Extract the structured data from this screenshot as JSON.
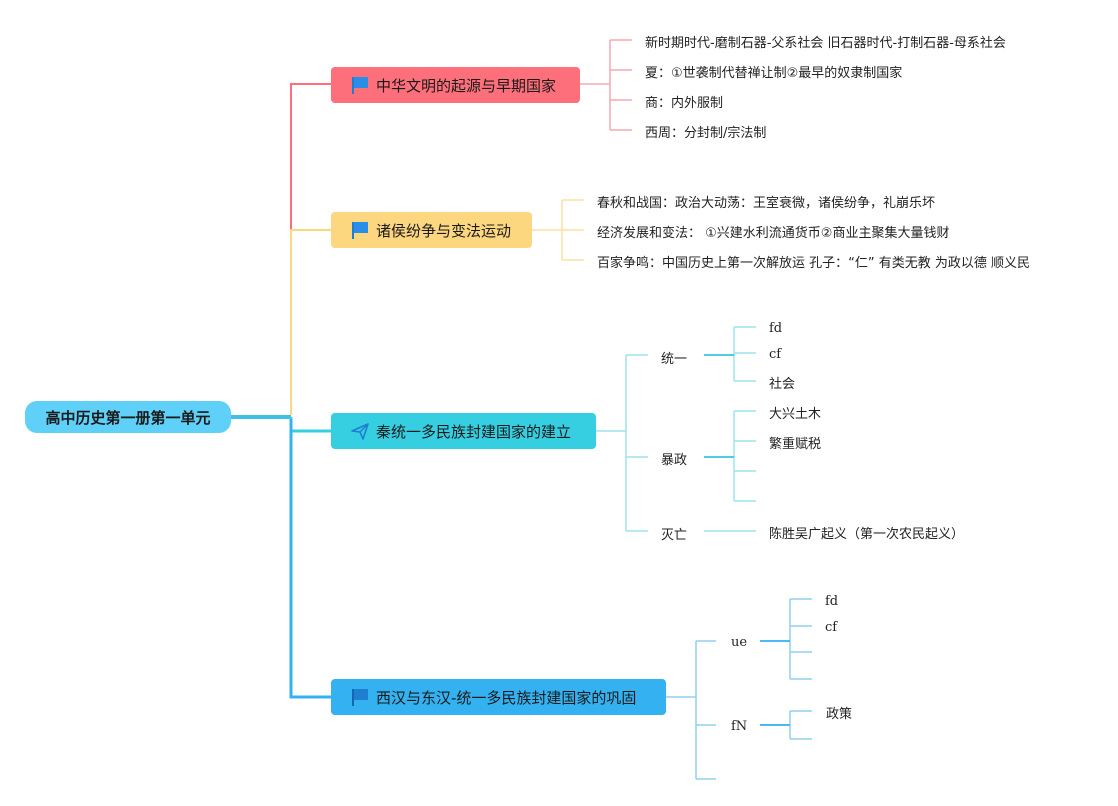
{
  "root": {
    "title": "高中历史第一册第一单元"
  },
  "topics": [
    {
      "title": "中华文明的起源与早期国家",
      "icon": "flag-icon",
      "color": "#fd6f7b",
      "children": [
        "新时期时代-磨制石器-父系社会 旧石器时代-打制石器-母系社会",
        "夏：①世袭制代替禅让制②最早的奴隶制国家",
        "商：内外服制",
        "西周：分封制/宗法制"
      ]
    },
    {
      "title": "诸侯纷争与变法运动",
      "icon": "flag-icon",
      "color": "#fdd77f",
      "children": [
        "春秋和战国：政治大动荡：王室衰微，诸侯纷争，礼崩乐坏",
        "经济发展和变法： ①兴建水利流通货币②商业主聚集大量钱财",
        "百家争鸣：中国历史上第一次解放运 孔子：“仁” 有类无教 为政以德 顺义民"
      ]
    },
    {
      "title": "秦统一多民族封建国家的建立",
      "icon": "paper-plane-icon",
      "color": "#36cfe1",
      "children": [
        {
          "label": "统一",
          "children": [
            "fd",
            "cf",
            "社会"
          ]
        },
        {
          "label": "暴政",
          "children": [
            "大兴土木",
            "繁重赋税",
            "",
            ""
          ]
        },
        {
          "label": "灭亡",
          "children": [
            "陈胜吴广起义（第一次农民起义）"
          ]
        }
      ]
    },
    {
      "title": "西汉与东汉-统一多民族封建国家的巩固",
      "icon": "flag-icon",
      "color": "#33b1f1",
      "children": [
        {
          "label": "ue",
          "children": [
            "fd",
            "cf",
            "",
            ""
          ]
        },
        {
          "label": "fN",
          "children": [
            "政策",
            ""
          ]
        },
        {
          "label": "",
          "children": []
        }
      ]
    }
  ]
}
